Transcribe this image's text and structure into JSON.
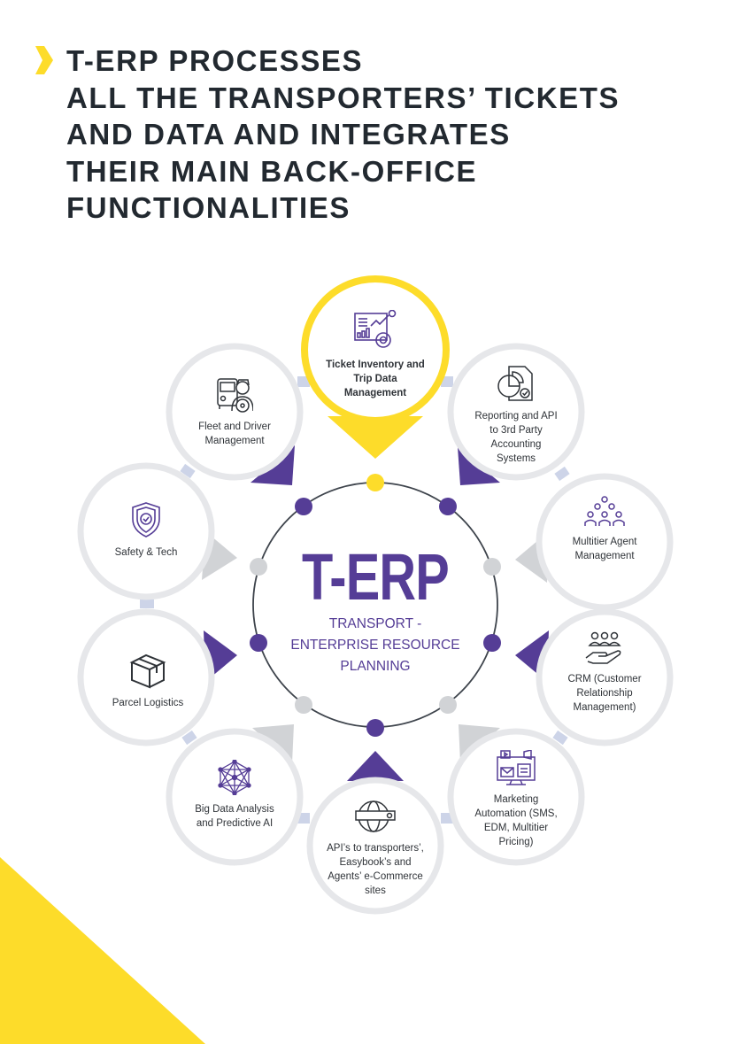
{
  "title": {
    "lines": [
      "T-ERP PROCESSES",
      "ALL THE TRANSPORTERS’ TICKETS",
      "AND DATA AND INTEGRATES",
      "THEIR MAIN BACK-OFFICE",
      "FUNCTIONALITIES"
    ]
  },
  "center": {
    "logo": "T-ERP",
    "subtitle_lines": [
      "TRANSPORT -",
      "ENTERPRISE RESOURCE",
      "PLANNING"
    ]
  },
  "nodes": [
    {
      "label": "Ticket Inventory and Trip Data Management",
      "icon": "dashboard-chart-icon",
      "highlighted": true
    },
    {
      "label": "Reporting and API to 3rd Party Accounting Systems",
      "icon": "report-pie-chart-icon"
    },
    {
      "label": "Multitier Agent Management",
      "icon": "agent-group-icon"
    },
    {
      "label": "CRM (Customer Relationship Management)",
      "icon": "hand-people-icon"
    },
    {
      "label": "Marketing Automation (SMS, EDM, Multitier Pricing)",
      "icon": "marketing-monitor-icon"
    },
    {
      "label": "API’s to transporters’, Easybook’s and Agents’ e-Commerce sites",
      "icon": "globe-web-icon"
    },
    {
      "label": "Big Data Analysis and Predictive AI",
      "icon": "network-icon"
    },
    {
      "label": "Parcel Logistics",
      "icon": "parcel-box-icon"
    },
    {
      "label": "Safety & Tech",
      "icon": "shield-check-icon"
    },
    {
      "label": "Fleet and Driver Management",
      "icon": "bus-driver-icon"
    }
  ],
  "colors": {
    "purple": "#553d96",
    "yellow": "#fddc2a",
    "grey": "#e6e7ea",
    "dot_grey": "#d1d3d6",
    "connector": "#cdd4e8",
    "text": "#222930"
  }
}
